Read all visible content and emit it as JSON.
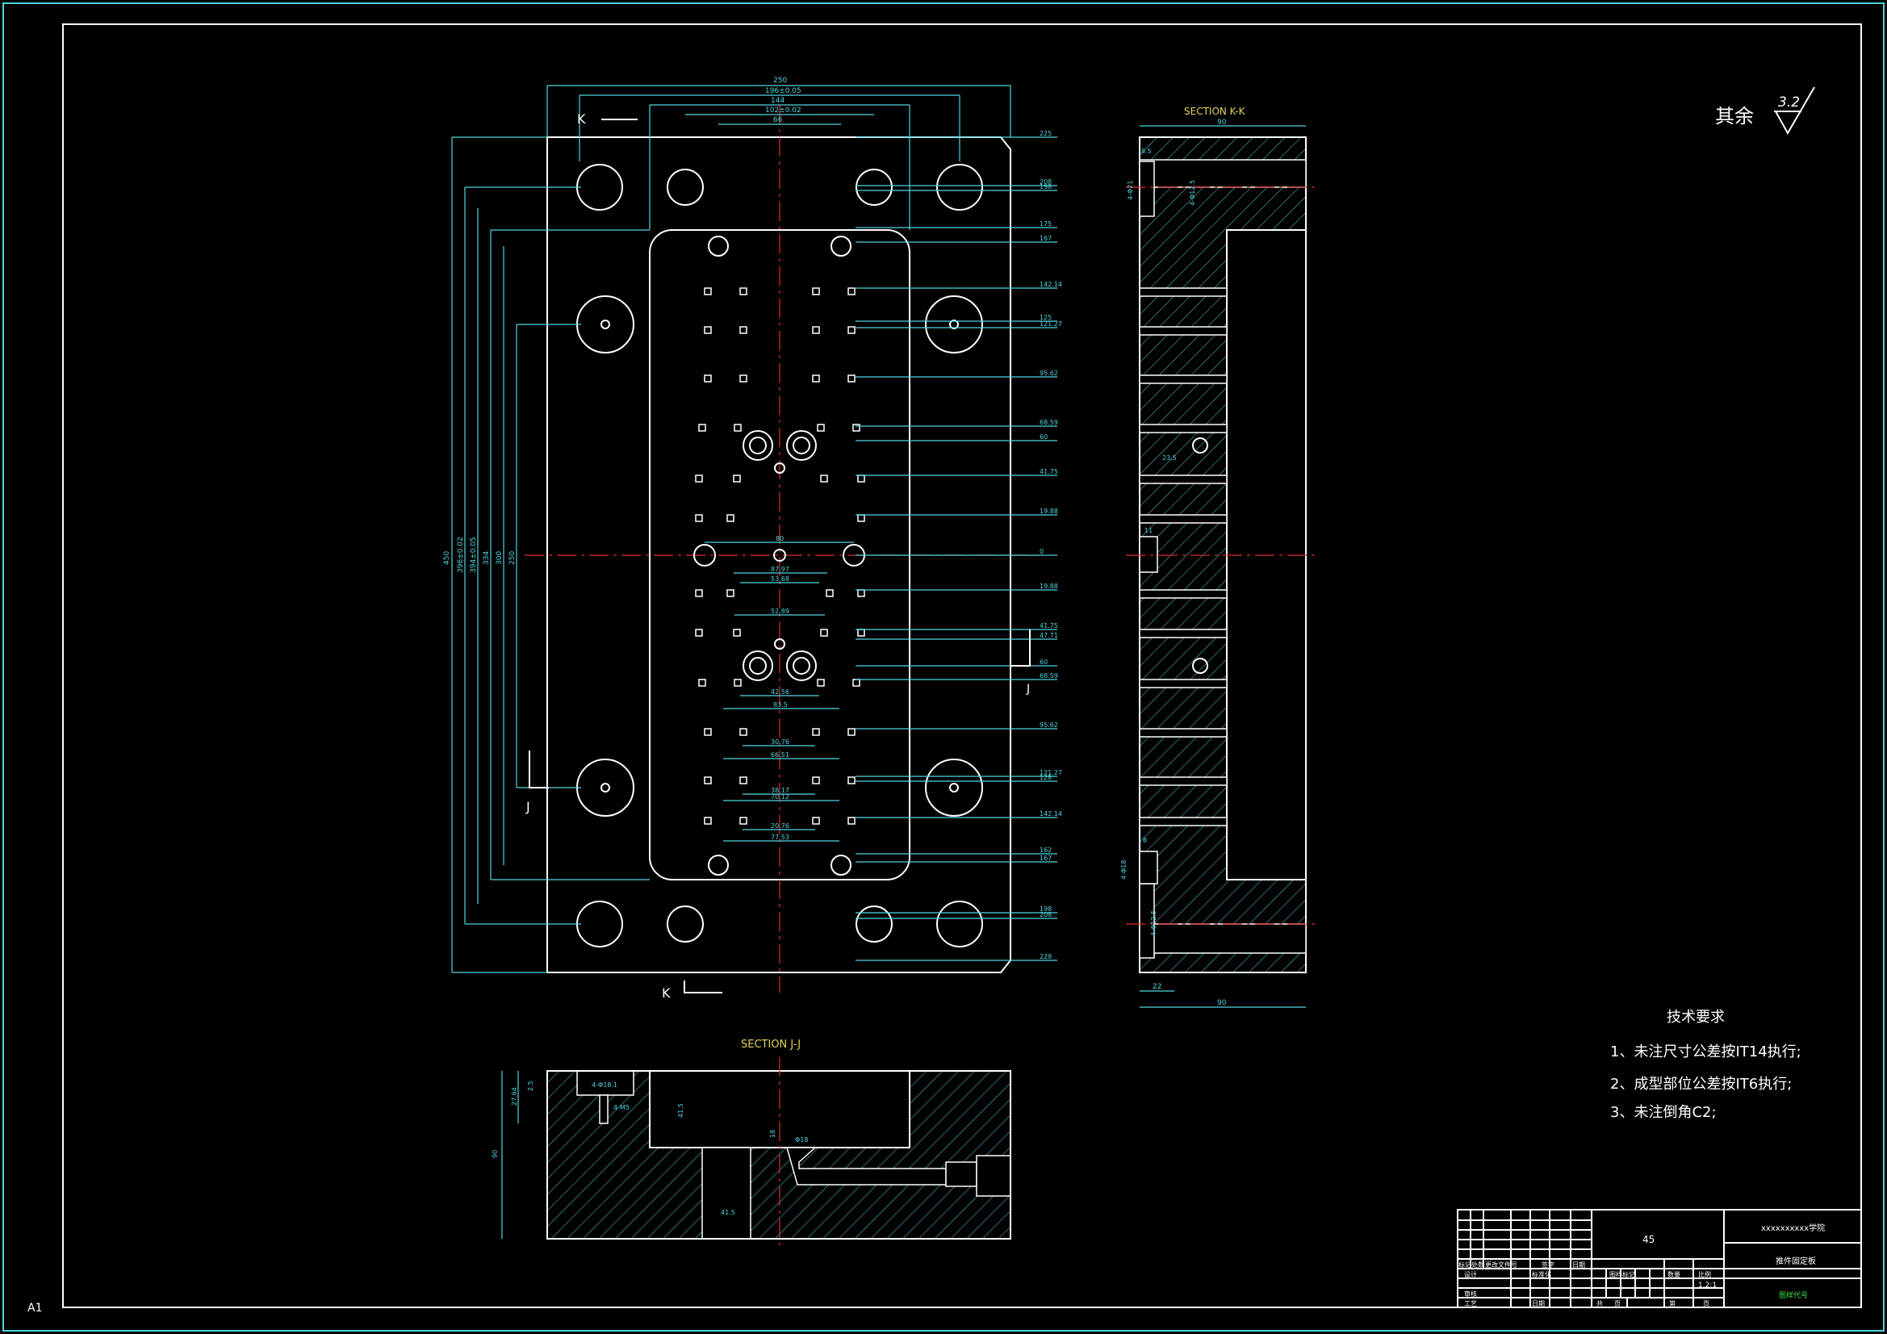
{
  "view_marks": {
    "k_top": "K",
    "k_bottom": "K",
    "j_left": "J",
    "j_right": "J"
  },
  "section_titles": {
    "kk": "SECTION K-K",
    "jj": "SECTION J-J"
  },
  "roughness": {
    "label": "其余",
    "value": "3.2"
  },
  "tech": {
    "title": "技术要求",
    "items": [
      "1、未注尺寸公差按IT14执行;",
      "2、成型部位公差按IT6执行;",
      "3、未注倒角C2;"
    ]
  },
  "sheet_size": "A1",
  "top_dims": [
    "250",
    "196±0.05",
    "144",
    "102±0.02",
    "66"
  ],
  "right_dims": [
    "225",
    "208",
    "198",
    "175",
    "167",
    "142.14",
    "125",
    "121.27",
    "95.62",
    "68.59",
    "60",
    "41.75",
    "19.88",
    "0",
    "19.88",
    "41.75",
    "47.71",
    "60",
    "68.59",
    "95.62",
    "121.27",
    "128",
    "142.14",
    "162",
    "167",
    "198",
    "208",
    "228"
  ],
  "left_dims": [
    "450",
    "396±0.02",
    "394±0.05",
    "334",
    "300",
    "250"
  ],
  "center_dims": [
    "80",
    "87.97",
    "53.68",
    "52.89",
    "42.56",
    "83.5",
    "30.76",
    "66.51",
    "38.17",
    "70.12",
    "20.76",
    "77.53"
  ],
  "kk_dims": [
    "90",
    "8.5",
    "4-Φ21",
    "4-Φ12.5",
    "23.5",
    "11",
    "4-Φ18",
    "8",
    "4-Φ12.5",
    "22",
    "90"
  ],
  "jj_dims": [
    "4-Φ18.1",
    "4-M5",
    "2.5",
    "27.64",
    "41.5",
    "Φ18",
    "90",
    "18",
    "41.5"
  ],
  "title_block": {
    "school": "xxxxxxxxxx学院",
    "material": "45",
    "part_name": "推件固定板",
    "drawing_code": "图样代号",
    "scale": "1.2:1",
    "headers_row": [
      "标记",
      "处数",
      "更改文件号",
      "签字",
      "日期"
    ],
    "row_design": [
      "设计",
      "标准化"
    ],
    "row_check": [
      "审核"
    ],
    "row_process": [
      "工艺",
      "日期"
    ],
    "stage_headers": [
      "图样标记",
      "数量",
      "比例"
    ],
    "sheet_labels": [
      "共",
      "页",
      "第",
      "页"
    ]
  },
  "colors": {
    "outline": "#ffffff",
    "dimension": "#4fd6e0",
    "centerline": "#e02a2a",
    "section_title": "#e6d35a",
    "title_green": "#3be04a"
  }
}
